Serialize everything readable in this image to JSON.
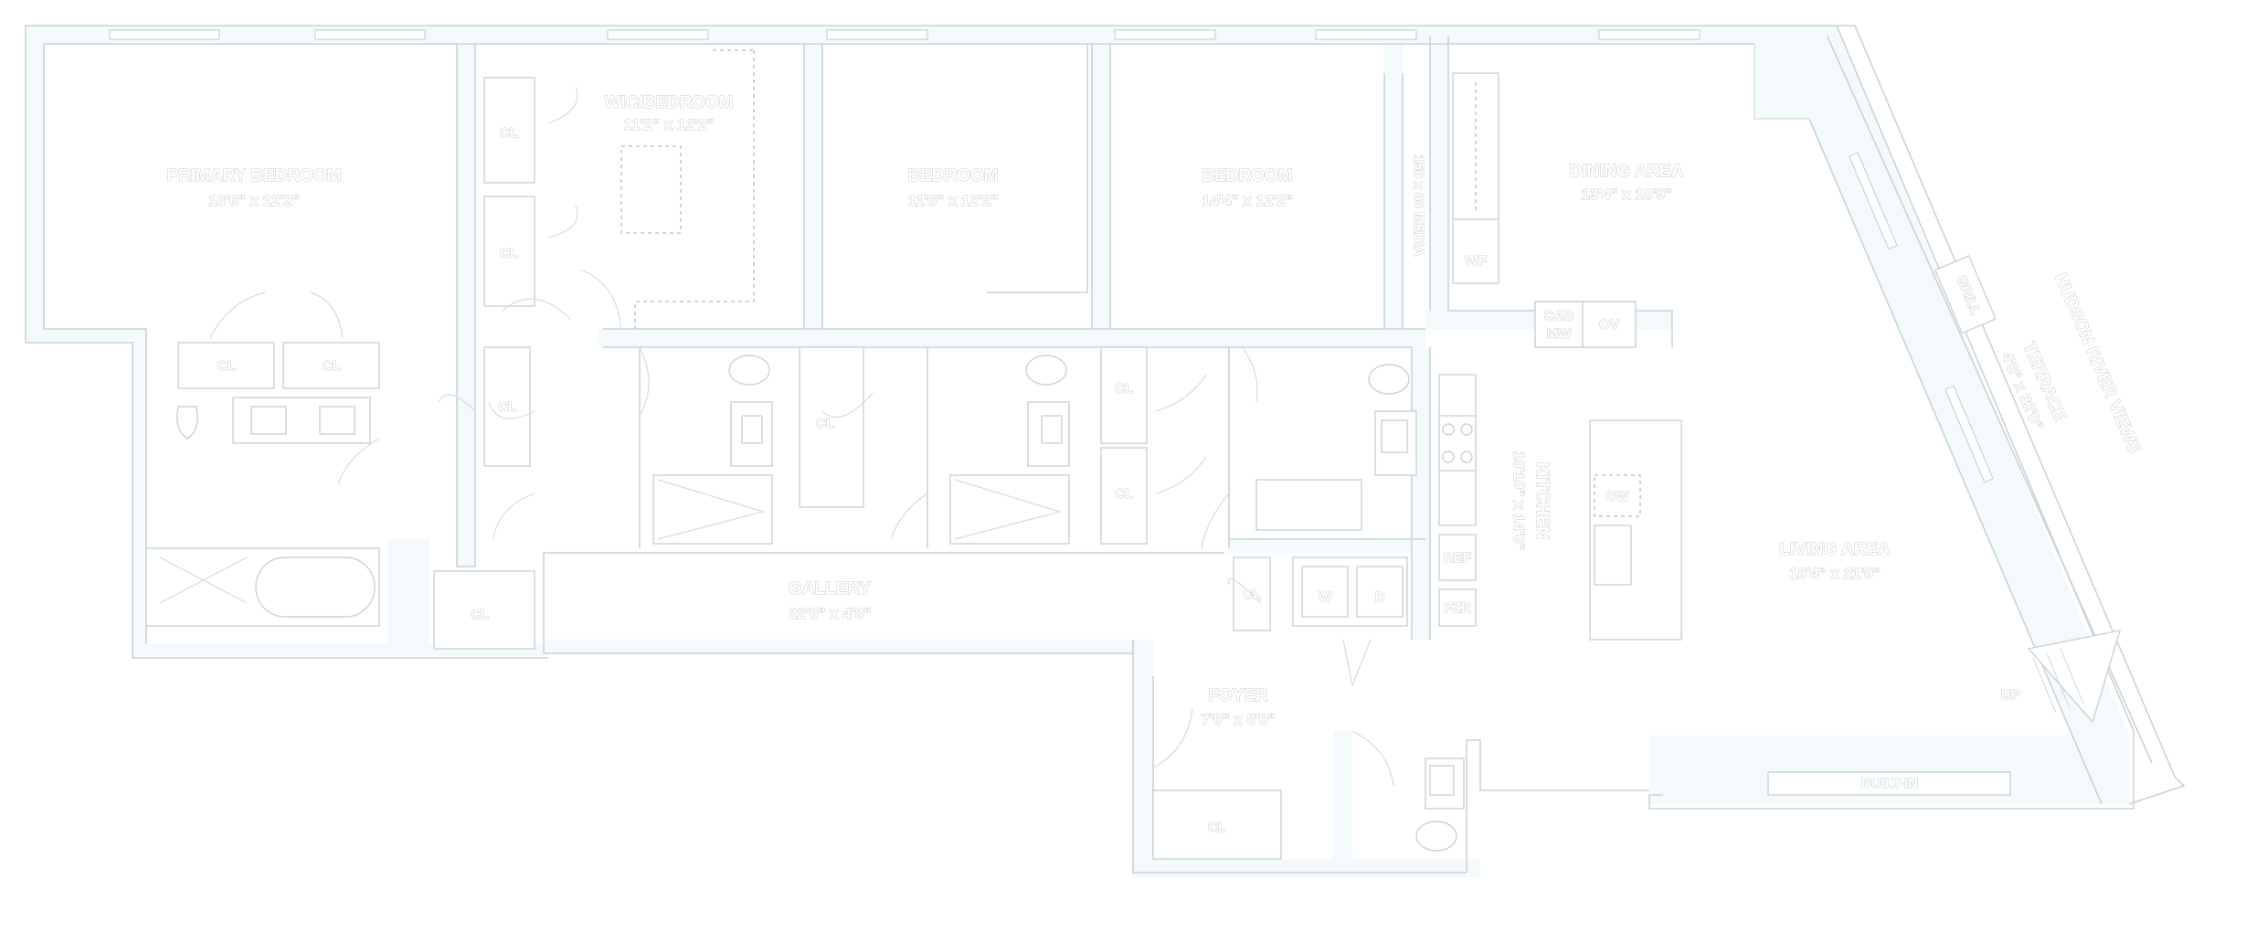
{
  "rooms": {
    "primary_bedroom": {
      "name": "PRIMARY BEDROOM",
      "dims": "18'6\" x 12'2\""
    },
    "wic_bedroom": {
      "name": "WIC/BEDROOM",
      "dims": "11'2\" x 12'2\""
    },
    "bedroom_2": {
      "name": "BEDROOM",
      "dims": "11'6\" x 12'2\""
    },
    "bedroom_3": {
      "name": "BEDROOM",
      "dims": "14'4\" x 12'2\""
    },
    "dining_area": {
      "name": "DINING AREA",
      "dims": "13'4\" x 10'9\""
    },
    "living_area": {
      "name": "LIVING AREA",
      "dims": "18'4\" x 21'0\""
    },
    "kitchen": {
      "name": "KITCHEN",
      "dims": "10'10\" x 14'0\""
    },
    "gallery": {
      "name": "GALLERY",
      "dims": "22'0\" x 4'8\""
    },
    "foyer": {
      "name": "FOYER",
      "dims": "7'0\" x 8'0\""
    },
    "terrace": {
      "name": "TERRACE",
      "dims": "4'6\" x 32'0\""
    },
    "terrace_views": "HUDSON RIVER VIEWS",
    "media_150": "150 x 80 MEDIA"
  },
  "fixtures": {
    "closet": "CL",
    "washer": "W",
    "dryer": "D",
    "dishwasher": "DW",
    "microwave": "MW",
    "cabinet": "CAB",
    "oven": "OV",
    "refrigerator": "REF",
    "freezer": "FZR",
    "wine_fridge": "WF",
    "grill": "GRILL",
    "built_in": "BUILT-IN",
    "up": "UP"
  },
  "colors": {
    "walls": "#f4f9fb",
    "lines": "#c9d3d9",
    "labels": "#ffffff"
  }
}
